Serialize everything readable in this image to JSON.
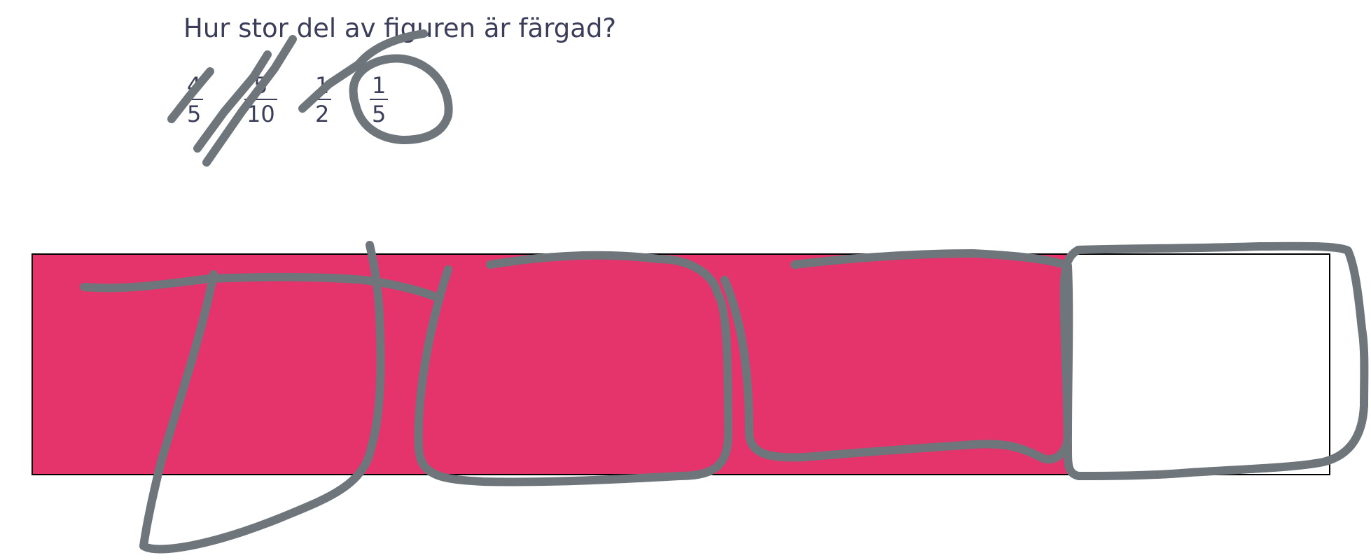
{
  "question": "Hur stor del av figuren är färgad?",
  "options": [
    {
      "numerator": "4",
      "denominator": "5"
    },
    {
      "numerator": "5",
      "denominator": "10"
    },
    {
      "numerator": "1",
      "denominator": "2"
    },
    {
      "numerator": "1",
      "denominator": "5"
    }
  ],
  "figure": {
    "parts_total": 5,
    "parts_colored": 4,
    "fill_color": "#e5336b",
    "border_color": "#000000"
  },
  "ink": {
    "color": "#6f767b",
    "marks": [
      "option-1-strike",
      "option-2-strike",
      "option-3-strike",
      "option-4-circle",
      "part-outlines"
    ]
  }
}
